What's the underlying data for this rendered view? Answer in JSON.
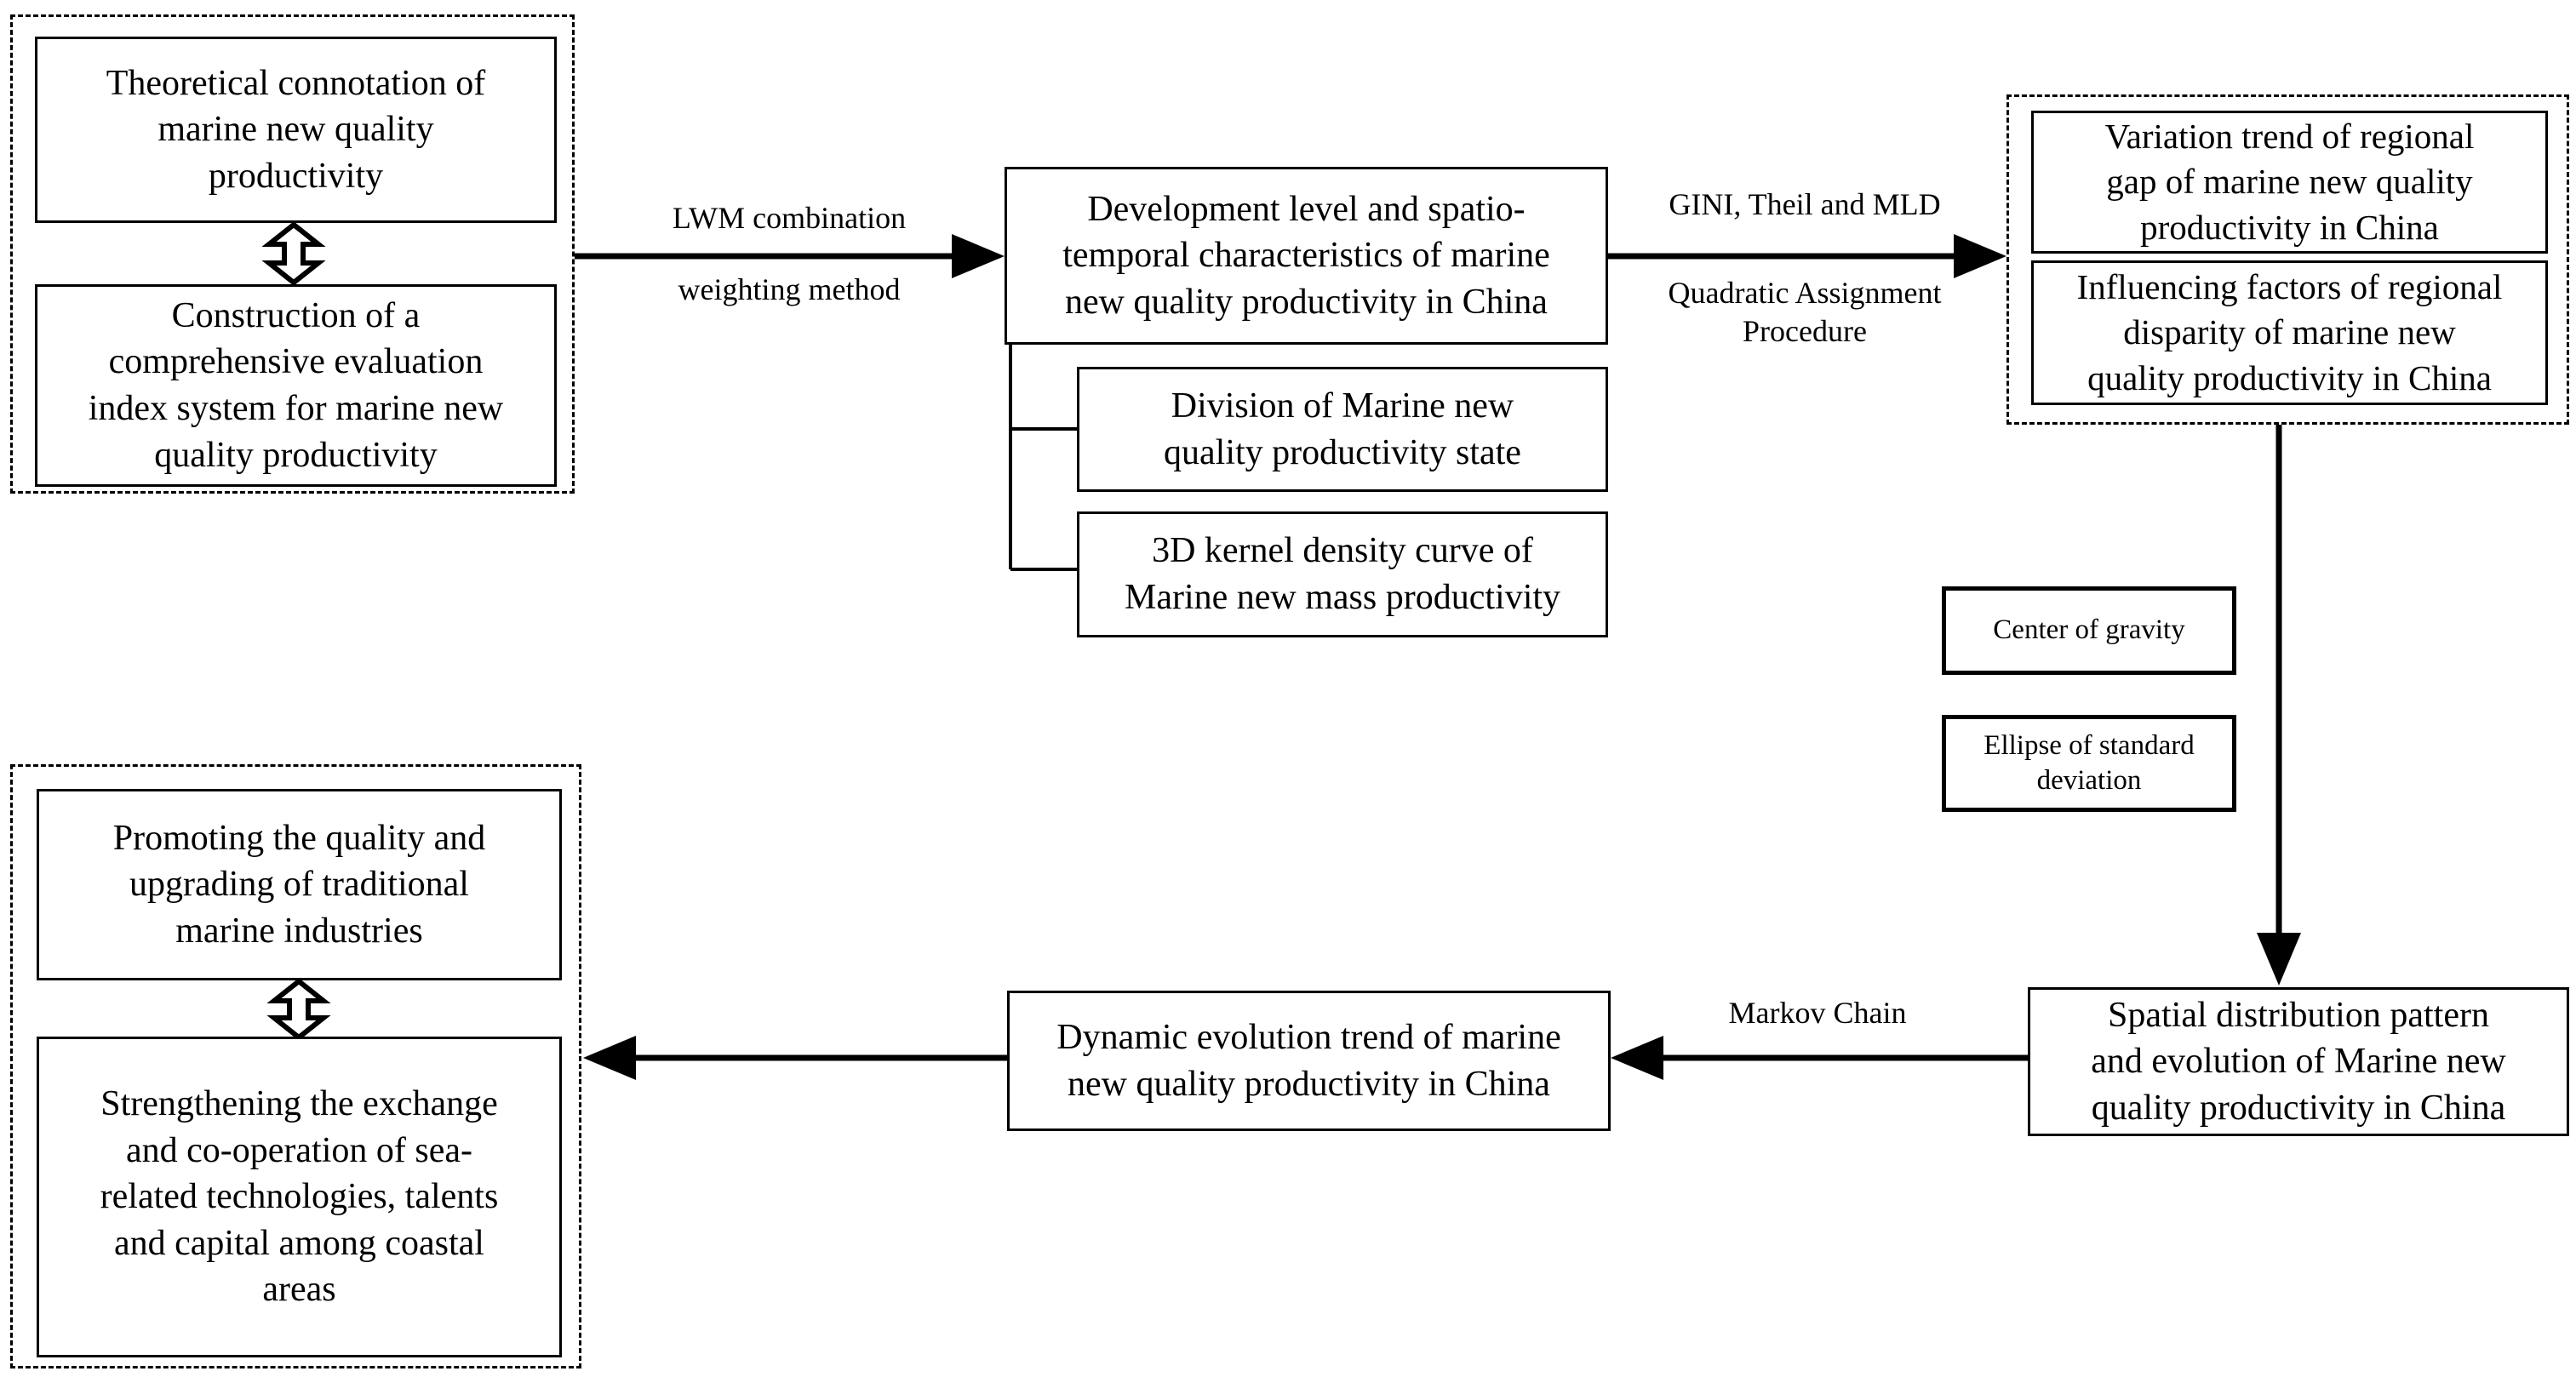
{
  "colors": {
    "background": "#ffffff",
    "line": "#000000",
    "text": "#000000"
  },
  "nodes": {
    "theoretical": {
      "lines": [
        "Theoretical connotation of",
        "marine new quality",
        "productivity"
      ]
    },
    "index_system": {
      "lines": [
        "Construction of a",
        "comprehensive evaluation",
        "index system for marine new",
        "quality productivity"
      ]
    },
    "development": {
      "lines": [
        "Development level and spatio-",
        "temporal characteristics of marine",
        "new quality productivity in China"
      ]
    },
    "division": {
      "lines": [
        "Division of Marine new",
        "quality productivity state"
      ]
    },
    "kernel": {
      "lines": [
        "3D kernel density curve of",
        "Marine new mass productivity"
      ]
    },
    "variation": {
      "lines": [
        "Variation trend of regional",
        "gap of marine new quality",
        "productivity in China"
      ]
    },
    "influencing": {
      "lines": [
        "Influencing factors of regional",
        "disparity of marine new",
        "quality productivity in China"
      ]
    },
    "center_of_gravity": {
      "lines": [
        "Center of gravity"
      ]
    },
    "ellipse": {
      "lines": [
        "Ellipse of standard",
        "deviation"
      ]
    },
    "spatial": {
      "lines": [
        "Spatial distribution pattern",
        "and evolution of Marine new",
        "quality productivity in China"
      ]
    },
    "dynamic": {
      "lines": [
        "Dynamic evolution trend of marine",
        "new quality productivity in China"
      ]
    },
    "promoting": {
      "lines": [
        "Promoting the quality and",
        "upgrading of traditional",
        "marine industries"
      ]
    },
    "strengthening": {
      "lines": [
        "Strengthening the exchange",
        "and co-operation of sea-",
        "related technologies, talents",
        "and capital among coastal",
        "areas"
      ]
    }
  },
  "edge_labels": {
    "lwm_top": "LWM combination",
    "lwm_bottom": "weighting method",
    "gini_top": "GINI, Theil and MLD",
    "qap": {
      "lines": [
        "Quadratic Assignment",
        "Procedure"
      ]
    },
    "markov": "Markov Chain"
  }
}
